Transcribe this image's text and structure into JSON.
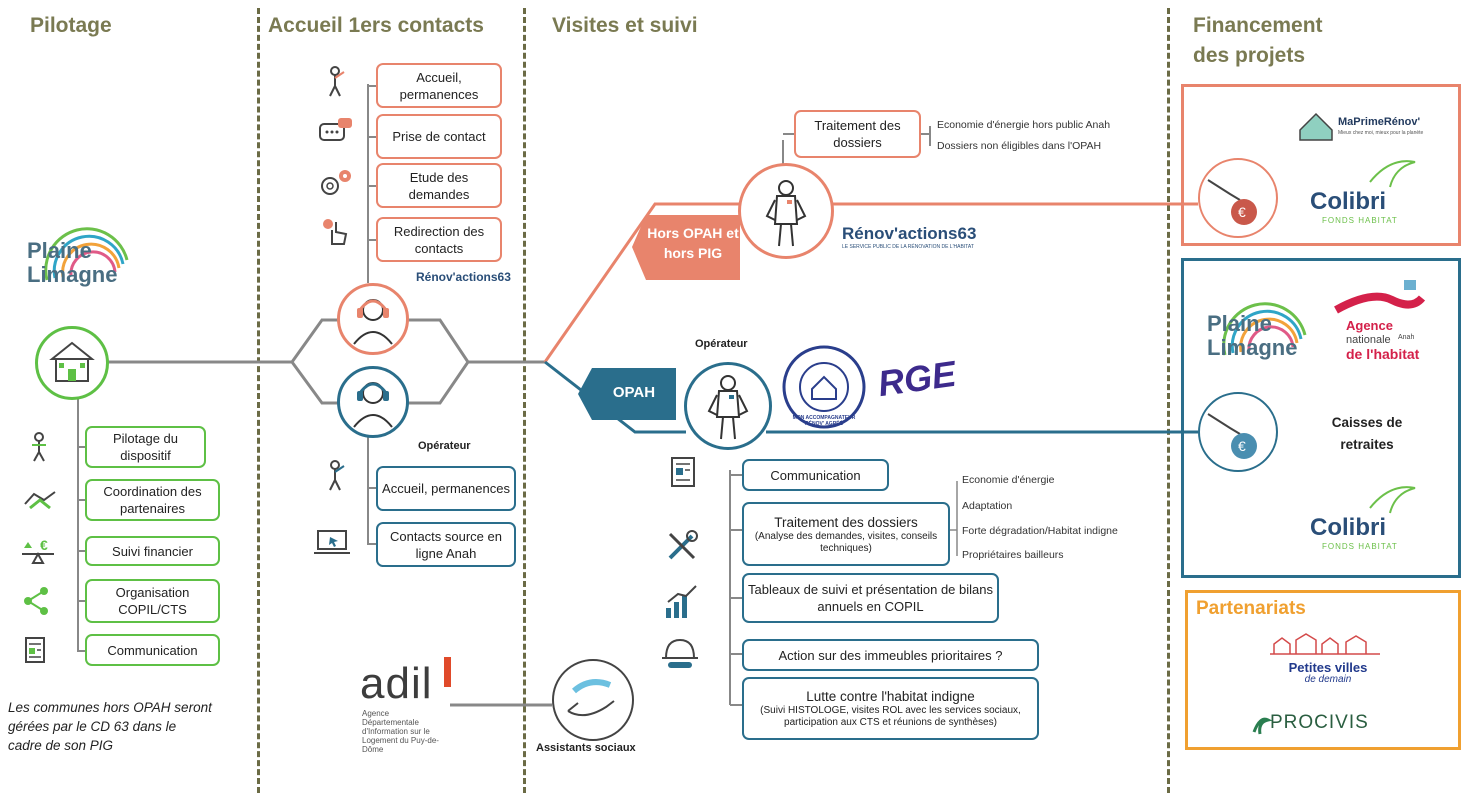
{
  "columns": {
    "pilotage": "Pilotage",
    "accueil": "Accueil 1ers contacts",
    "visites": "Visites et suivi",
    "financement_line1": "Financement",
    "financement_line2": "des projets"
  },
  "pilotage": {
    "logo_line1": "Plaine",
    "logo_line2": "Limagne",
    "items": [
      {
        "label": "Pilotage du dispositif",
        "icon": "person-icon"
      },
      {
        "label": "Coordination des partenaires",
        "icon": "handshake-icon"
      },
      {
        "label": "Suivi financier",
        "icon": "balance-icon"
      },
      {
        "label": "Organisation COPIL/CTS",
        "icon": "share-icon"
      },
      {
        "label": "Communication",
        "icon": "document-icon"
      }
    ],
    "note": "Les communes hors OPAH seront gérées par le CD 63 dans le cadre de son PIG"
  },
  "accueil": {
    "orange_items": [
      "Accueil, permanences",
      "Prise de contact",
      "Etude des demandes",
      "Redirection des contacts"
    ],
    "renov_logo": "Rénov'actions63",
    "operateur_label": "Opérateur",
    "blue_items": [
      "Accueil, permanences",
      "Contacts source en ligne Anah"
    ]
  },
  "visites": {
    "hors_opah": "Hors OPAH et hors PIG",
    "traitement_hors": "Traitement des dossiers",
    "traitement_hors_bullets": [
      "Economie d'énergie hors public Anah",
      "Dossiers non éligibles dans l'OPAH"
    ],
    "renov_logo": "Rénov'actions63",
    "renov_sub": "LE SERVICE PUBLIC DE LA RÉNOVATION DE L'HABITAT",
    "opah": "OPAH",
    "operateur_label": "Opérateur",
    "mon_accompagnateur": "MON ACCOMPAGNATEUR RÉNOV' AGRÉÉ",
    "rge": "RGE",
    "communication": "Communication",
    "traitement_title": "Traitement des dossiers",
    "traitement_sub": "(Analyse des demandes, visites, conseils techniques)",
    "traitement_bullets": [
      "Economie d'énergie",
      "Adaptation",
      "Forte dégradation/Habitat indigne",
      "Propriétaires bailleurs"
    ],
    "tableaux": "Tableaux de suivi et présentation de bilans annuels en COPIL",
    "action": "Action sur des immeubles prioritaires ?",
    "lutte_title": "Lutte contre l'habitat indigne",
    "lutte_sub": "(Suivi HISTOLOGE, visites ROL avec les services sociaux, participation aux CTS et réunions de synthèses)",
    "adil_logo": "adil",
    "adil_sub": "Agence Départementale d'Information sur le Logement du Puy-de-Dôme",
    "assistants": "Assistants sociaux"
  },
  "financement": {
    "maprimerenov": "MaPrimeRénov'",
    "maprimerenov_sub": "Mieux chez moi, mieux pour la planète",
    "colibri": "Colibri",
    "colibri_sub": "FONDS HABITAT",
    "plaine_line1": "Plaine",
    "plaine_line2": "Limagne",
    "anah_line1": "Agence",
    "anah_line2": "nationale",
    "anah_line3": "de l'habitat",
    "anah_small": "Anah",
    "caisses": "Caisses de retraites",
    "partenariats": "Partenariats",
    "petites_villes_1": "Petites villes",
    "petites_villes_2": "de demain",
    "procivis": "PROCIVIS"
  },
  "colors": {
    "green": "#5ec045",
    "orange": "#e8846c",
    "blue": "#2a6e8c",
    "title": "#7a7a52",
    "partner": "#f0a030"
  }
}
